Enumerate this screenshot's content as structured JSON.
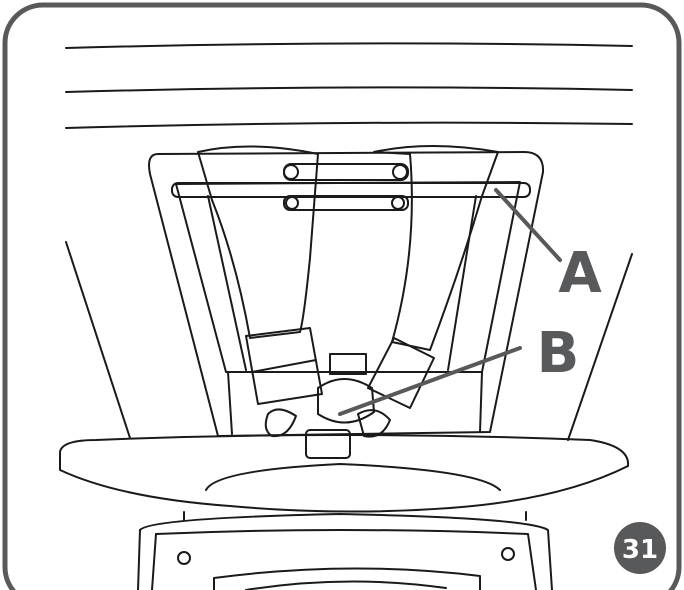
{
  "figure": {
    "step_number": "31",
    "callout_a": "A",
    "callout_b": "B",
    "colors": {
      "line": "#1a1a1a",
      "frame": "#58595b",
      "callout": "#58595b",
      "badge_fill": "#58595b",
      "badge_text": "#ffffff",
      "background": "#ffffff"
    }
  }
}
